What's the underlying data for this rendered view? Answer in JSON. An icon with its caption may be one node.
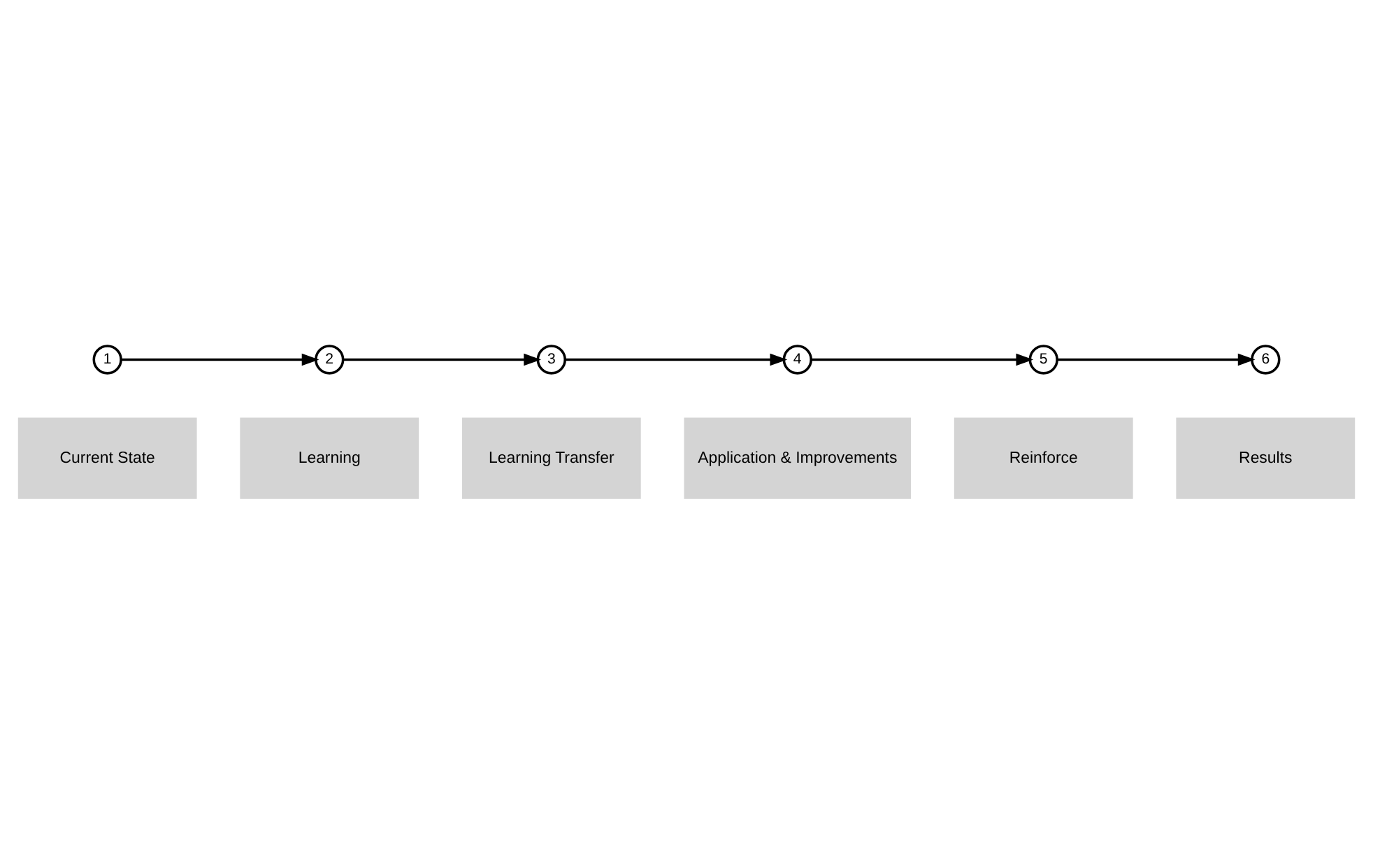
{
  "diagram": {
    "nodes": [
      {
        "text": [
          "1"
        ]
      },
      {
        "text": [
          "Current State"
        ]
      },
      {
        "text": [
          "2"
        ]
      },
      {
        "text": [
          "Learning"
        ]
      },
      {
        "text": [
          "3"
        ]
      },
      {
        "text": [
          "Learning Transfer"
        ]
      },
      {
        "text": [
          "4"
        ]
      },
      {
        "text": [
          "Application & Improvements"
        ]
      },
      {
        "text": [
          "5"
        ]
      },
      {
        "text": [
          "Reinforce"
        ]
      },
      {
        "text": [
          "6"
        ]
      },
      {
        "text": [
          "Results"
        ]
      }
    ],
    "edges": [
      {
        "from": 0,
        "to": 2,
        "arrow": "to"
      },
      {
        "from": 2,
        "to": 4,
        "arrow": "to"
      },
      {
        "from": 4,
        "to": 6,
        "arrow": "to"
      },
      {
        "from": 6,
        "to": 8,
        "arrow": "to"
      },
      {
        "from": 8,
        "to": 10,
        "arrow": "to"
      }
    ]
  }
}
